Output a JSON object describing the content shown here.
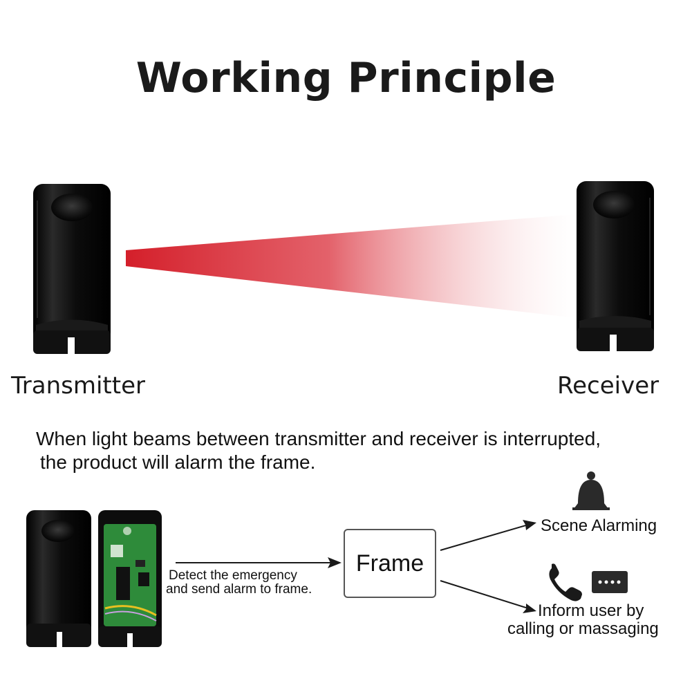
{
  "title": "Working Principle",
  "labels": {
    "transmitter": "Transmitter",
    "receiver": "Receiver"
  },
  "description": {
    "line1": "When light beams between transmitter and receiver is interrupted,",
    "line2": "the product will alarm the frame."
  },
  "flow": {
    "detect_line1": "Detect the emergency",
    "detect_line2": "and send alarm to frame.",
    "frame_label": "Frame",
    "scene_alarm": "Scene Alarming",
    "inform_line1": "Inform user by",
    "inform_line2": "calling or massaging"
  },
  "icons": {
    "bell": "bell-icon",
    "phone": "phone-icon",
    "message": "message-icon"
  },
  "colors": {
    "beam": "#d41f2a",
    "device": "#0f0f0f",
    "pcb": "#2e8b3a"
  }
}
